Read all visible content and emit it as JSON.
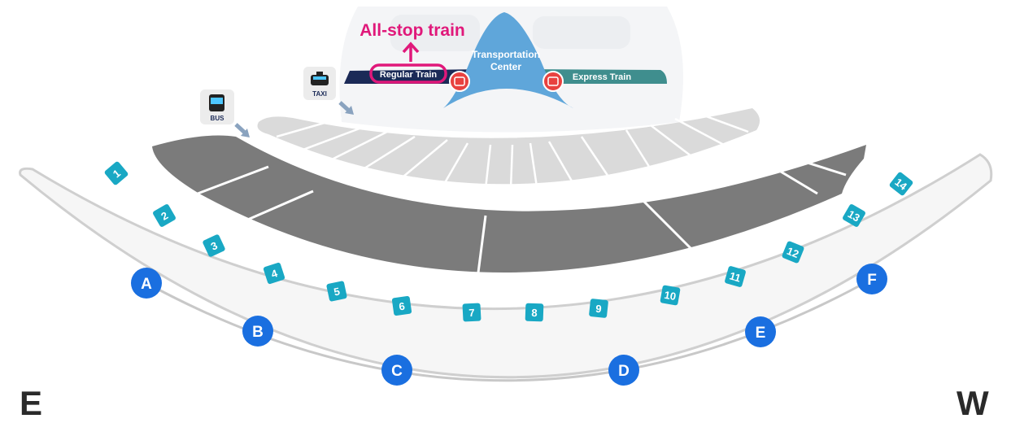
{
  "annotation": {
    "label": "All-stop train",
    "color": "#e0187a"
  },
  "transport": {
    "center_line1": "Transportation",
    "center_line2": "Center",
    "regular_train": "Regular Train",
    "express_train": "Express Train",
    "taxi": "TAXI",
    "bus": "BUS"
  },
  "gates": [
    "1",
    "2",
    "3",
    "4",
    "5",
    "6",
    "7",
    "8",
    "9",
    "10",
    "11",
    "12",
    "13",
    "14"
  ],
  "counters": [
    "A",
    "B",
    "C",
    "D",
    "E",
    "F"
  ],
  "compass": {
    "left": "E",
    "right": "W"
  },
  "colors": {
    "gate": "#19a8c4",
    "counter": "#1a6fe0",
    "regular_train": "#1b2a57",
    "express_train": "#3f8e8e",
    "center": "#5fa6da",
    "dark_zone": "#7b7b7b"
  }
}
